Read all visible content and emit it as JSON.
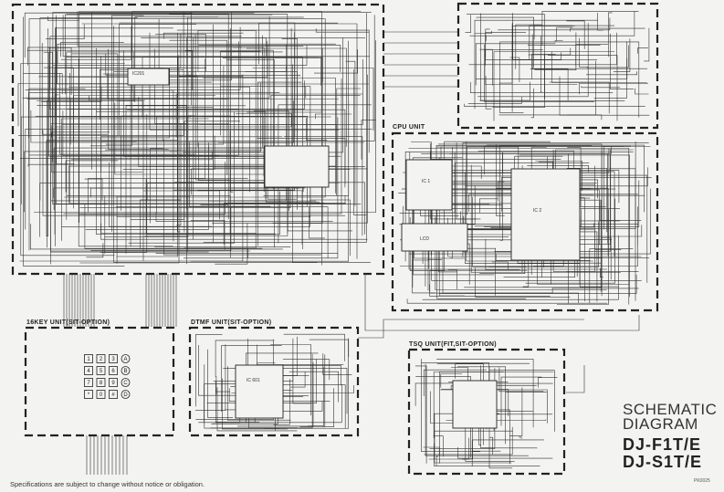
{
  "units": {
    "cpu": "CPU UNIT",
    "key16": "16KEY UNIT(SIT-OPTION)",
    "dtmf": "DTMF UNIT(SIT-OPTION)",
    "tsq": "TSQ UNIT(FIT,SIT-OPTION)"
  },
  "ics": {
    "ic1": "IC 1",
    "ic2": "IC 2",
    "lcd": "LCD",
    "dtmf_ic": "IC 601",
    "main_ic": "IC201"
  },
  "keypad": {
    "keys": [
      "1",
      "2",
      "3",
      "A",
      "4",
      "5",
      "6",
      "B",
      "7",
      "8",
      "9",
      "C",
      "*",
      "0",
      "#",
      "D"
    ]
  },
  "title": {
    "line1": "SCHEMATIC",
    "line2": "DIAGRAM",
    "model1": "DJ-F1T/E",
    "model2": "DJ-S1T/E",
    "code": "PK0025"
  },
  "footer": "Specifications are subject to change without notice or obligation.",
  "colors": {
    "ink": "#222222",
    "paper": "#f3f3f1"
  }
}
